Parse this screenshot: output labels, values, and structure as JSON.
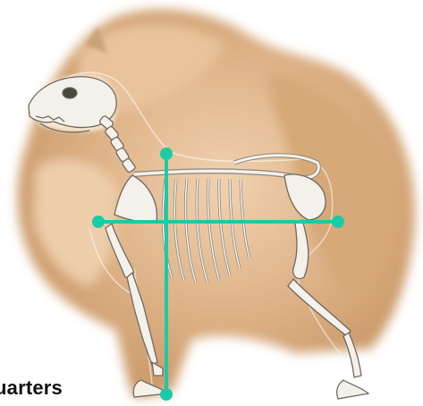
{
  "caption": {
    "text": "uarters"
  },
  "colors": {
    "background": "#ffffff",
    "fur_light": "#f3dcc0",
    "fur_mid": "#dfb487",
    "fur_dark": "#b98857",
    "bone": "#f4f1ea",
    "bone_outline": "#6e6a60",
    "measure_line": "#1ec9a6"
  },
  "icons": {
    "illustration": "pomeranian-skeleton-illustration",
    "vertical_measure": "vertical-measure-line",
    "horizontal_measure": "horizontal-measure-line"
  }
}
